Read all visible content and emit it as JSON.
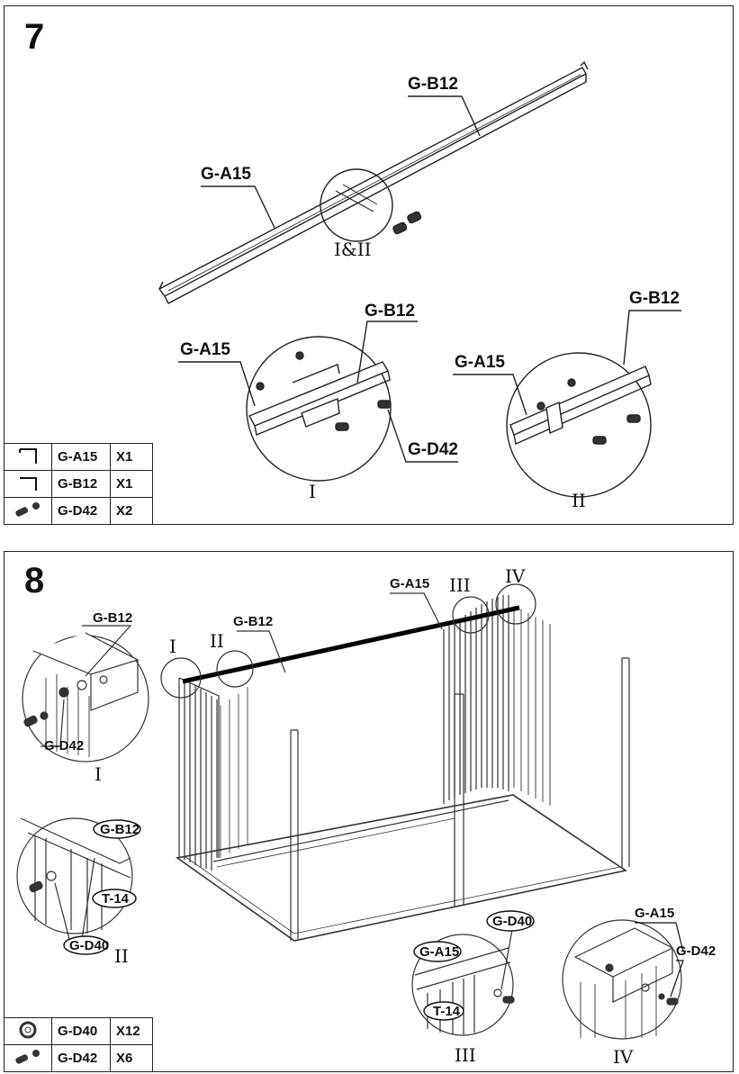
{
  "step7": {
    "number": "7",
    "labels": {
      "main_b12": "G-B12",
      "main_a15": "G-A15",
      "callout": "I&II",
      "d1_b12": "G-B12",
      "d1_a15": "G-A15",
      "d1_d42": "G-D42",
      "d1_roman": "I",
      "d2_b12": "G-B12",
      "d2_a15": "G-A15",
      "d2_roman": "II"
    },
    "parts": [
      {
        "icon": "angle-rail-icon",
        "code": "G-A15",
        "qty": "X1"
      },
      {
        "icon": "angle-rail-icon",
        "code": "G-B12",
        "qty": "X1"
      },
      {
        "icon": "bolt-nut-icon",
        "code": "G-D42",
        "qty": "X2"
      }
    ]
  },
  "step8": {
    "number": "8",
    "labels": {
      "top_a15": "G-A15",
      "top_b12": "G-B12",
      "top_i": "I",
      "top_ii": "II",
      "top_iii": "III",
      "top_iv": "IV",
      "dI_b12": "G-B12",
      "dI_d42": "G-D42",
      "dI_roman": "I",
      "dII_b12": "G-B12",
      "dII_t14": "T-14",
      "dII_d40": "G-D40",
      "dII_roman": "II",
      "dIII_d40": "G-D40",
      "dIII_a15": "G-A15",
      "dIII_t14": "T-14",
      "dIII_roman": "III",
      "dIV_a15": "G-A15",
      "dIV_d42": "G-D42",
      "dIV_roman": "IV"
    },
    "parts": [
      {
        "icon": "washer-icon",
        "code": "G-D40",
        "qty": "X12"
      },
      {
        "icon": "bolt-nut-icon",
        "code": "G-D42",
        "qty": "X6"
      }
    ]
  }
}
